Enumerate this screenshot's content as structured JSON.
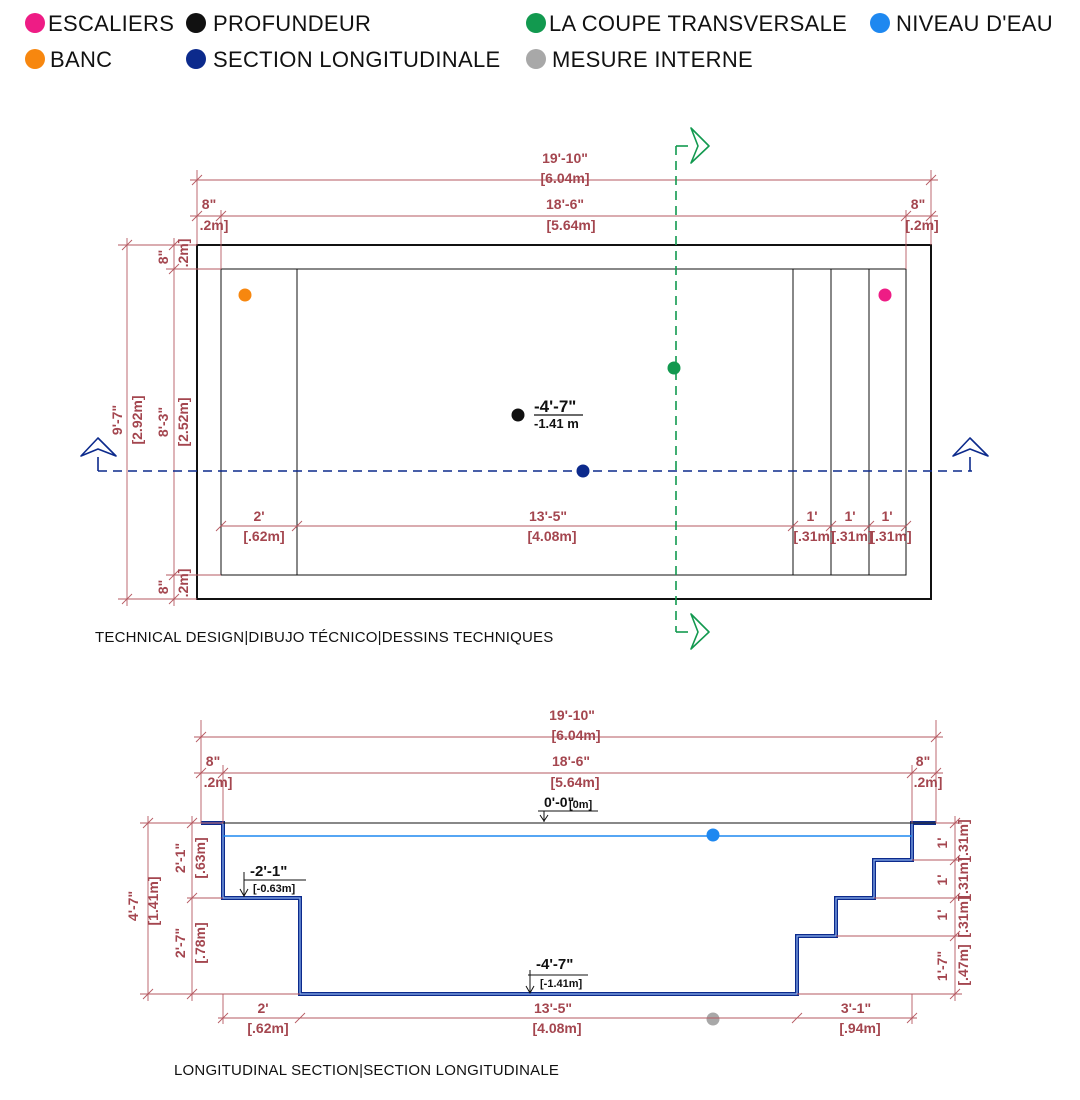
{
  "legend": {
    "items": [
      {
        "label": "ESCALIERS",
        "color": "#ee1c85"
      },
      {
        "label": "PROFUNDEUR",
        "color": "#111111"
      },
      {
        "label": "LA COUPE TRANSVERSALE",
        "color": "#12994f"
      },
      {
        "label": "NIVEAU D'EAU",
        "color": "#1e88f0"
      },
      {
        "label": "BANC",
        "color": "#f7870f"
      },
      {
        "label": "SECTION LONGITUDINALE",
        "color": "#0c2a8c"
      },
      {
        "label": "MESURE INTERNE",
        "color": "#a8a8a8"
      }
    ]
  },
  "plan": {
    "overall_length": "19'-10\"",
    "overall_length_m": "[6.04m]",
    "inner_length": "18'-6\"",
    "inner_length_m": "[5.64m]",
    "wall_left": "8\"",
    "wall_left_m": ".2m]",
    "wall_right": "8\"",
    "wall_right_m": "[.2m]",
    "overall_width": "9'-7\"",
    "overall_width_m": "[2.92m]",
    "inner_width": "8'-3\"",
    "inner_width_m": "[2.52m]",
    "wall_top": "8\"",
    "wall_top_m": ".2m]",
    "wall_bottom": "8\"",
    "wall_bottom_m": ".2m]",
    "depth": "-4'-7\"",
    "depth_m": "-1.41 m",
    "bench_len": "2'",
    "bench_len_m": "[.62m]",
    "floor_len": "13'-5\"",
    "floor_len_m": "[4.08m]",
    "step1": "1'",
    "step1_m": "[.31m]",
    "step2": "1'",
    "step2_m": "[.31m]",
    "step3": "1'",
    "step3_m": "[.31m]",
    "caption": "TECHNICAL DESIGN|DIBUJO TÉCNICO|DESSINS TECHNIQUES"
  },
  "section": {
    "overall_length": "19'-10\"",
    "overall_length_m": "[6.04m]",
    "inner_length": "18'-6\"",
    "inner_length_m": "[5.64m]",
    "wall_left": "8\"",
    "wall_left_m": ".2m]",
    "wall_right": "8\"",
    "wall_right_m": ".2m]",
    "top_level": "0'-0\"",
    "top_level_m": "[0m]",
    "bench_level": "-2'-1\"",
    "bench_level_m": "[-0.63m]",
    "floor_level": "-4'-7\"",
    "floor_level_m": "[-1.41m]",
    "total_depth": "4'-7\"",
    "total_depth_m": "[1.41m]",
    "bench_depth": "2'-1\"",
    "bench_depth_m": "[.63m]",
    "lower_depth": "2'-7\"",
    "lower_depth_m": "[.78m]",
    "riser1": "1'",
    "riser1_m": "[.31m]",
    "riser2": "1'",
    "riser2_m": "[.31m]",
    "riser3": "1'",
    "riser3_m": "[.31m]",
    "riser4": "1'-7\"",
    "riser4_m": "[.47m]",
    "bench_len": "2'",
    "bench_len_m": "[.62m]",
    "floor_len": "13'-5\"",
    "floor_len_m": "[4.08m]",
    "stairs_len": "3'-1\"",
    "stairs_len_m": "[.94m]",
    "caption": "LONGITUDINAL SECTION|SECTION LONGITUDINALE"
  }
}
